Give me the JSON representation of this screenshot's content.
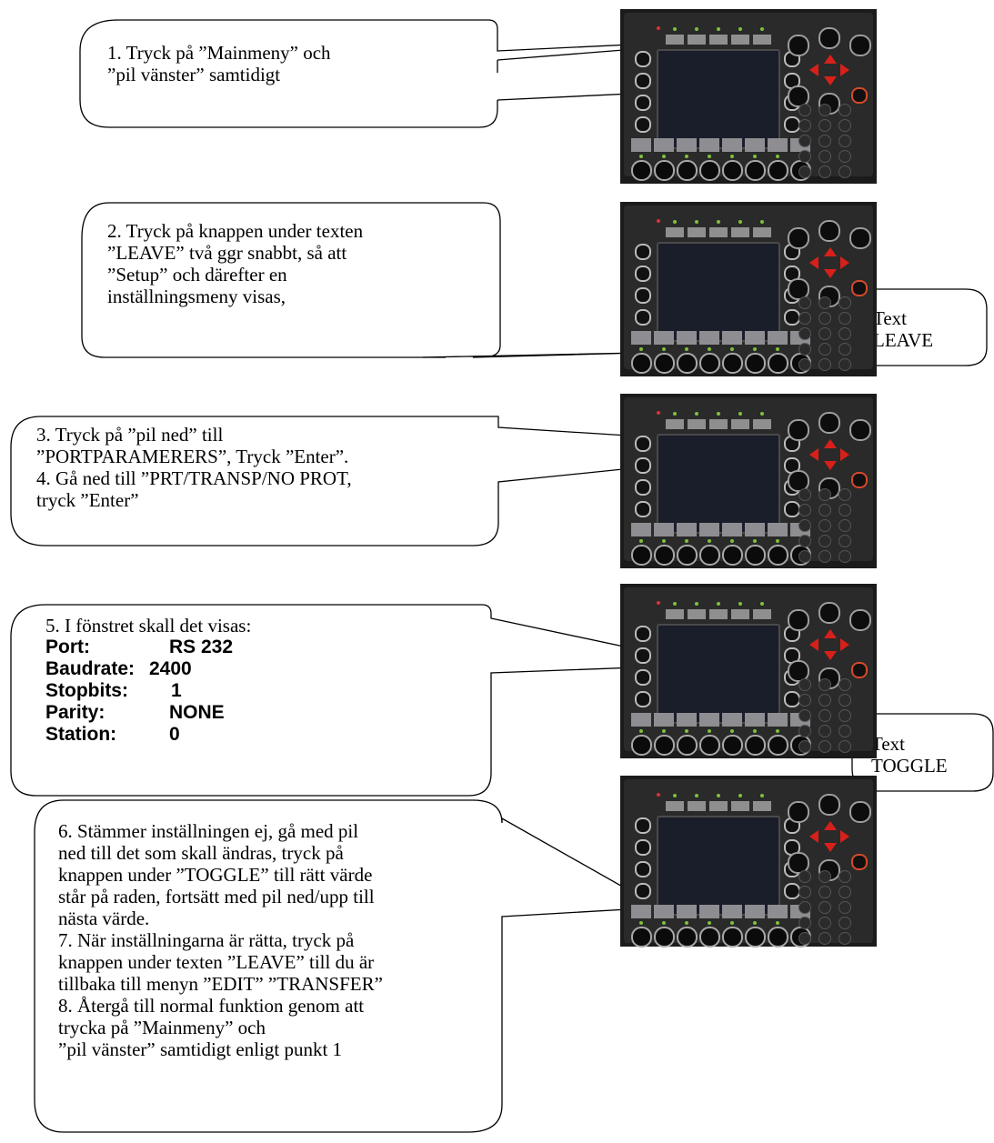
{
  "steps": {
    "step1": [
      "1. Tryck på  ”Mainmeny” och",
      "”pil vänster” samtidigt"
    ],
    "step2": [
      "2. Tryck på  knappen under texten",
      "”LEAVE” två ggr snabbt, så att",
      "”Setup” och därefter en",
      "inställningsmeny visas,"
    ],
    "step3": [
      "3. Tryck på  ”pil ned” till",
      "”PORTPARAMERERS”, Tryck ”Enter”.",
      "4. Gå ned till ”PRT/TRANSP/NO PROT,",
      "tryck ”Enter”"
    ],
    "step5_intro": "5. I fönstret skall det visas:",
    "step5_settings": [
      {
        "label": "Port:",
        "value": "RS 232"
      },
      {
        "label": "Baudrate:",
        "value": "2400"
      },
      {
        "label": "Stopbits:",
        "value": "1"
      },
      {
        "label": "Parity:",
        "value": "NONE"
      },
      {
        "label": "Station:",
        "value": "0"
      }
    ],
    "step6": [
      "6. Stämmer inställningen ej, gå med pil",
      "ned till det som skall ändras, tryck på",
      "knappen under ”TOGGLE” till rätt värde",
      "står på raden, fortsätt med pil ned/upp till",
      "nästa värde.",
      "7. När inställningarna är rätta, tryck på",
      "knappen under texten ”LEAVE”  till du är",
      "tillbaka till menyn ”EDIT”  ”TRANSFER”",
      "8. Återgå till normal funktion genom att",
      "trycka på  ”Mainmeny” och",
      "”pil vänster” samtidigt enligt punkt 1"
    ]
  },
  "callouts": {
    "leave": [
      "Text",
      "LEAVE"
    ],
    "toggle": [
      "Text",
      "TOGGLE"
    ]
  },
  "colors": {
    "panel_bg": "#1b1b1b",
    "screen": "#1a1d2a",
    "arrow_red": "#d8201a",
    "led_green": "#7ec13b"
  }
}
